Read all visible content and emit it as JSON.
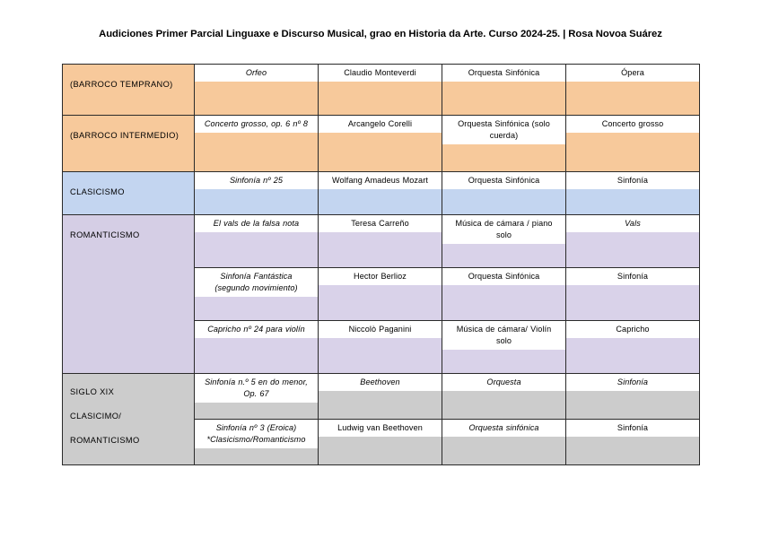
{
  "document": {
    "title_main": "Audiciones Primer Parcial Linguaxe e Discurso Musical, grao en Historia da Arte. Curso 2024-25.",
    "title_separator": "|",
    "title_author": "Rosa Novoa Suárez"
  },
  "colors": {
    "barroco": "#f7c99b",
    "clasicismo": "#c3d5f0",
    "romanticismo": "#d9d2e9",
    "romanticismo_label": "#d5cee5",
    "siglo_xix": "#cccccc",
    "chip": "#ffffff",
    "border": "#2a2a2a"
  },
  "table": {
    "sections": [
      {
        "id": "barroco-temprano",
        "label": "(BARROCO TEMPRANO)",
        "rows": [
          {
            "work": "Orfeo",
            "work_italic": true,
            "author": "Claudio Monteverdi",
            "ensemble": "Orquesta Sinfónica",
            "form": "Ópera"
          }
        ]
      },
      {
        "id": "barroco-intermedio",
        "label": "(BARROCO INTERMEDIO)",
        "rows": [
          {
            "work": "Concerto grosso, op. 6 nº 8",
            "work_italic": true,
            "author": "Arcangelo Corelli",
            "ensemble_line1": "Orquesta Sinfónica (solo",
            "ensemble_line2": "cuerda)",
            "form": "Concerto grosso"
          }
        ]
      },
      {
        "id": "clasicismo",
        "label": "CLASICISMO",
        "rows": [
          {
            "work": "Sinfonía nº 25",
            "work_italic": true,
            "author": "Wolfang Amadeus Mozart",
            "ensemble": "Orquesta Sinfónica",
            "form": "Sinfonía"
          }
        ]
      },
      {
        "id": "romanticismo",
        "label": "ROMANTICISMO",
        "rows": [
          {
            "work": "El vals de la falsa nota",
            "work_italic": true,
            "author": "Teresa Carreño",
            "ensemble_line1": "Música de cámara / piano",
            "ensemble_line2": "solo",
            "form": "Vals"
          },
          {
            "work_line1": "Sinfonía Fantástica",
            "work_line2": "(segundo movimiento)",
            "work_italic": true,
            "author": "Hector Berlioz",
            "ensemble": "Orquesta Sinfónica",
            "form": "Sinfonía"
          },
          {
            "work": "Capricho nº 24 para violín",
            "work_italic": true,
            "author": "Niccolò Paganini",
            "ensemble_line1": "Música de cámara/ Violín",
            "ensemble_line2": "solo",
            "form": "Capricho"
          }
        ]
      },
      {
        "id": "siglo-xix",
        "label_lines": [
          "SIGLO XIX",
          "CLASICIMO/",
          "ROMANTICISMO"
        ],
        "rows": [
          {
            "work_line1": "Sinfonía n.º 5 en do menor,",
            "work_line2": "Op. 67",
            "work_italic": true,
            "author": "Beethoven",
            "author_italic": true,
            "ensemble": "Orquesta",
            "ensemble_italic": true,
            "form": "Sinfonía",
            "form_italic": true
          },
          {
            "work_line1": "Sinfonía nº 3 (Eroica)",
            "work_line2": "*Clasicismo/Romanticismo",
            "work_italic": true,
            "author": "Ludwig van Beethoven",
            "ensemble": "Orquesta sinfónica",
            "ensemble_italic": true,
            "form": "Sinfonía"
          }
        ]
      }
    ]
  }
}
